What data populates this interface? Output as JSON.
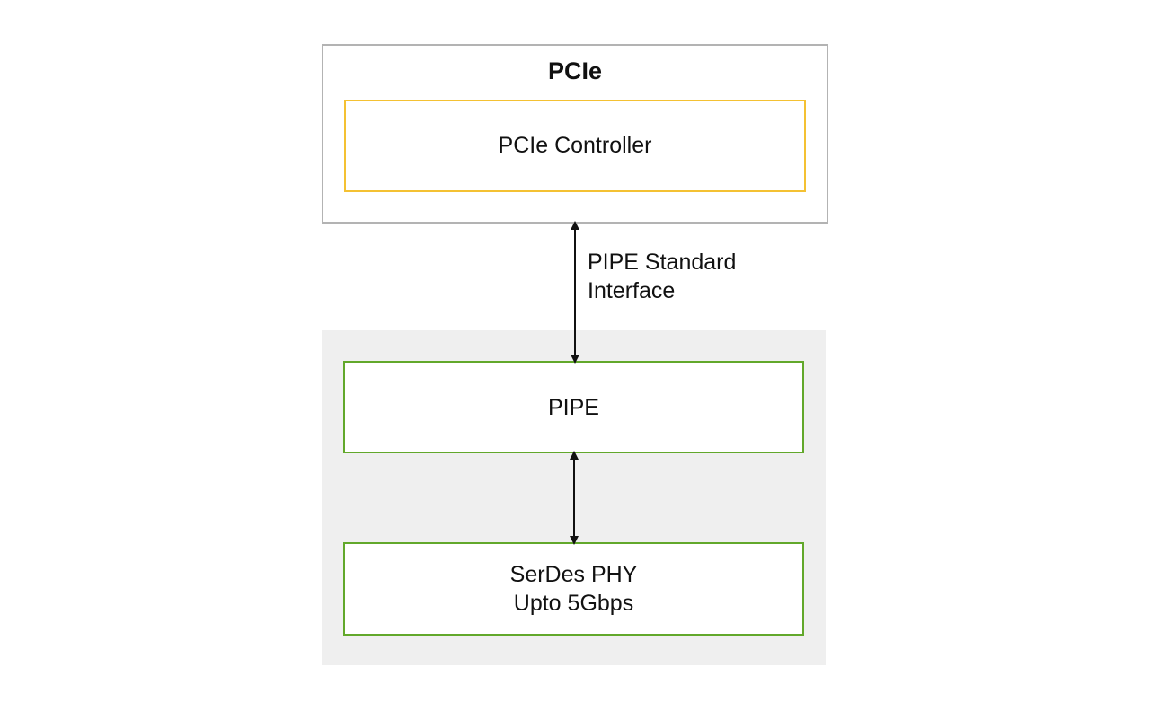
{
  "diagram": {
    "pcie_block": {
      "title": "PCIe",
      "controller_label": "PCIe Controller",
      "border_color": "#b3b3b3",
      "controller_border_color": "#f4c133"
    },
    "interface_label": {
      "line1": "PIPE Standard",
      "line2": "Interface"
    },
    "phy_block": {
      "background_color": "#efefef",
      "pipe_label": "PIPE",
      "serdes_line1": "SerDes PHY",
      "serdes_line2": "Upto 5Gbps",
      "border_color": "#62a82b"
    },
    "connections": [
      {
        "from": "PCIe",
        "to": "PIPE",
        "type": "bidirectional-arrow",
        "label": "PIPE Standard Interface"
      },
      {
        "from": "PIPE",
        "to": "SerDes PHY",
        "type": "bidirectional-arrow"
      }
    ]
  }
}
